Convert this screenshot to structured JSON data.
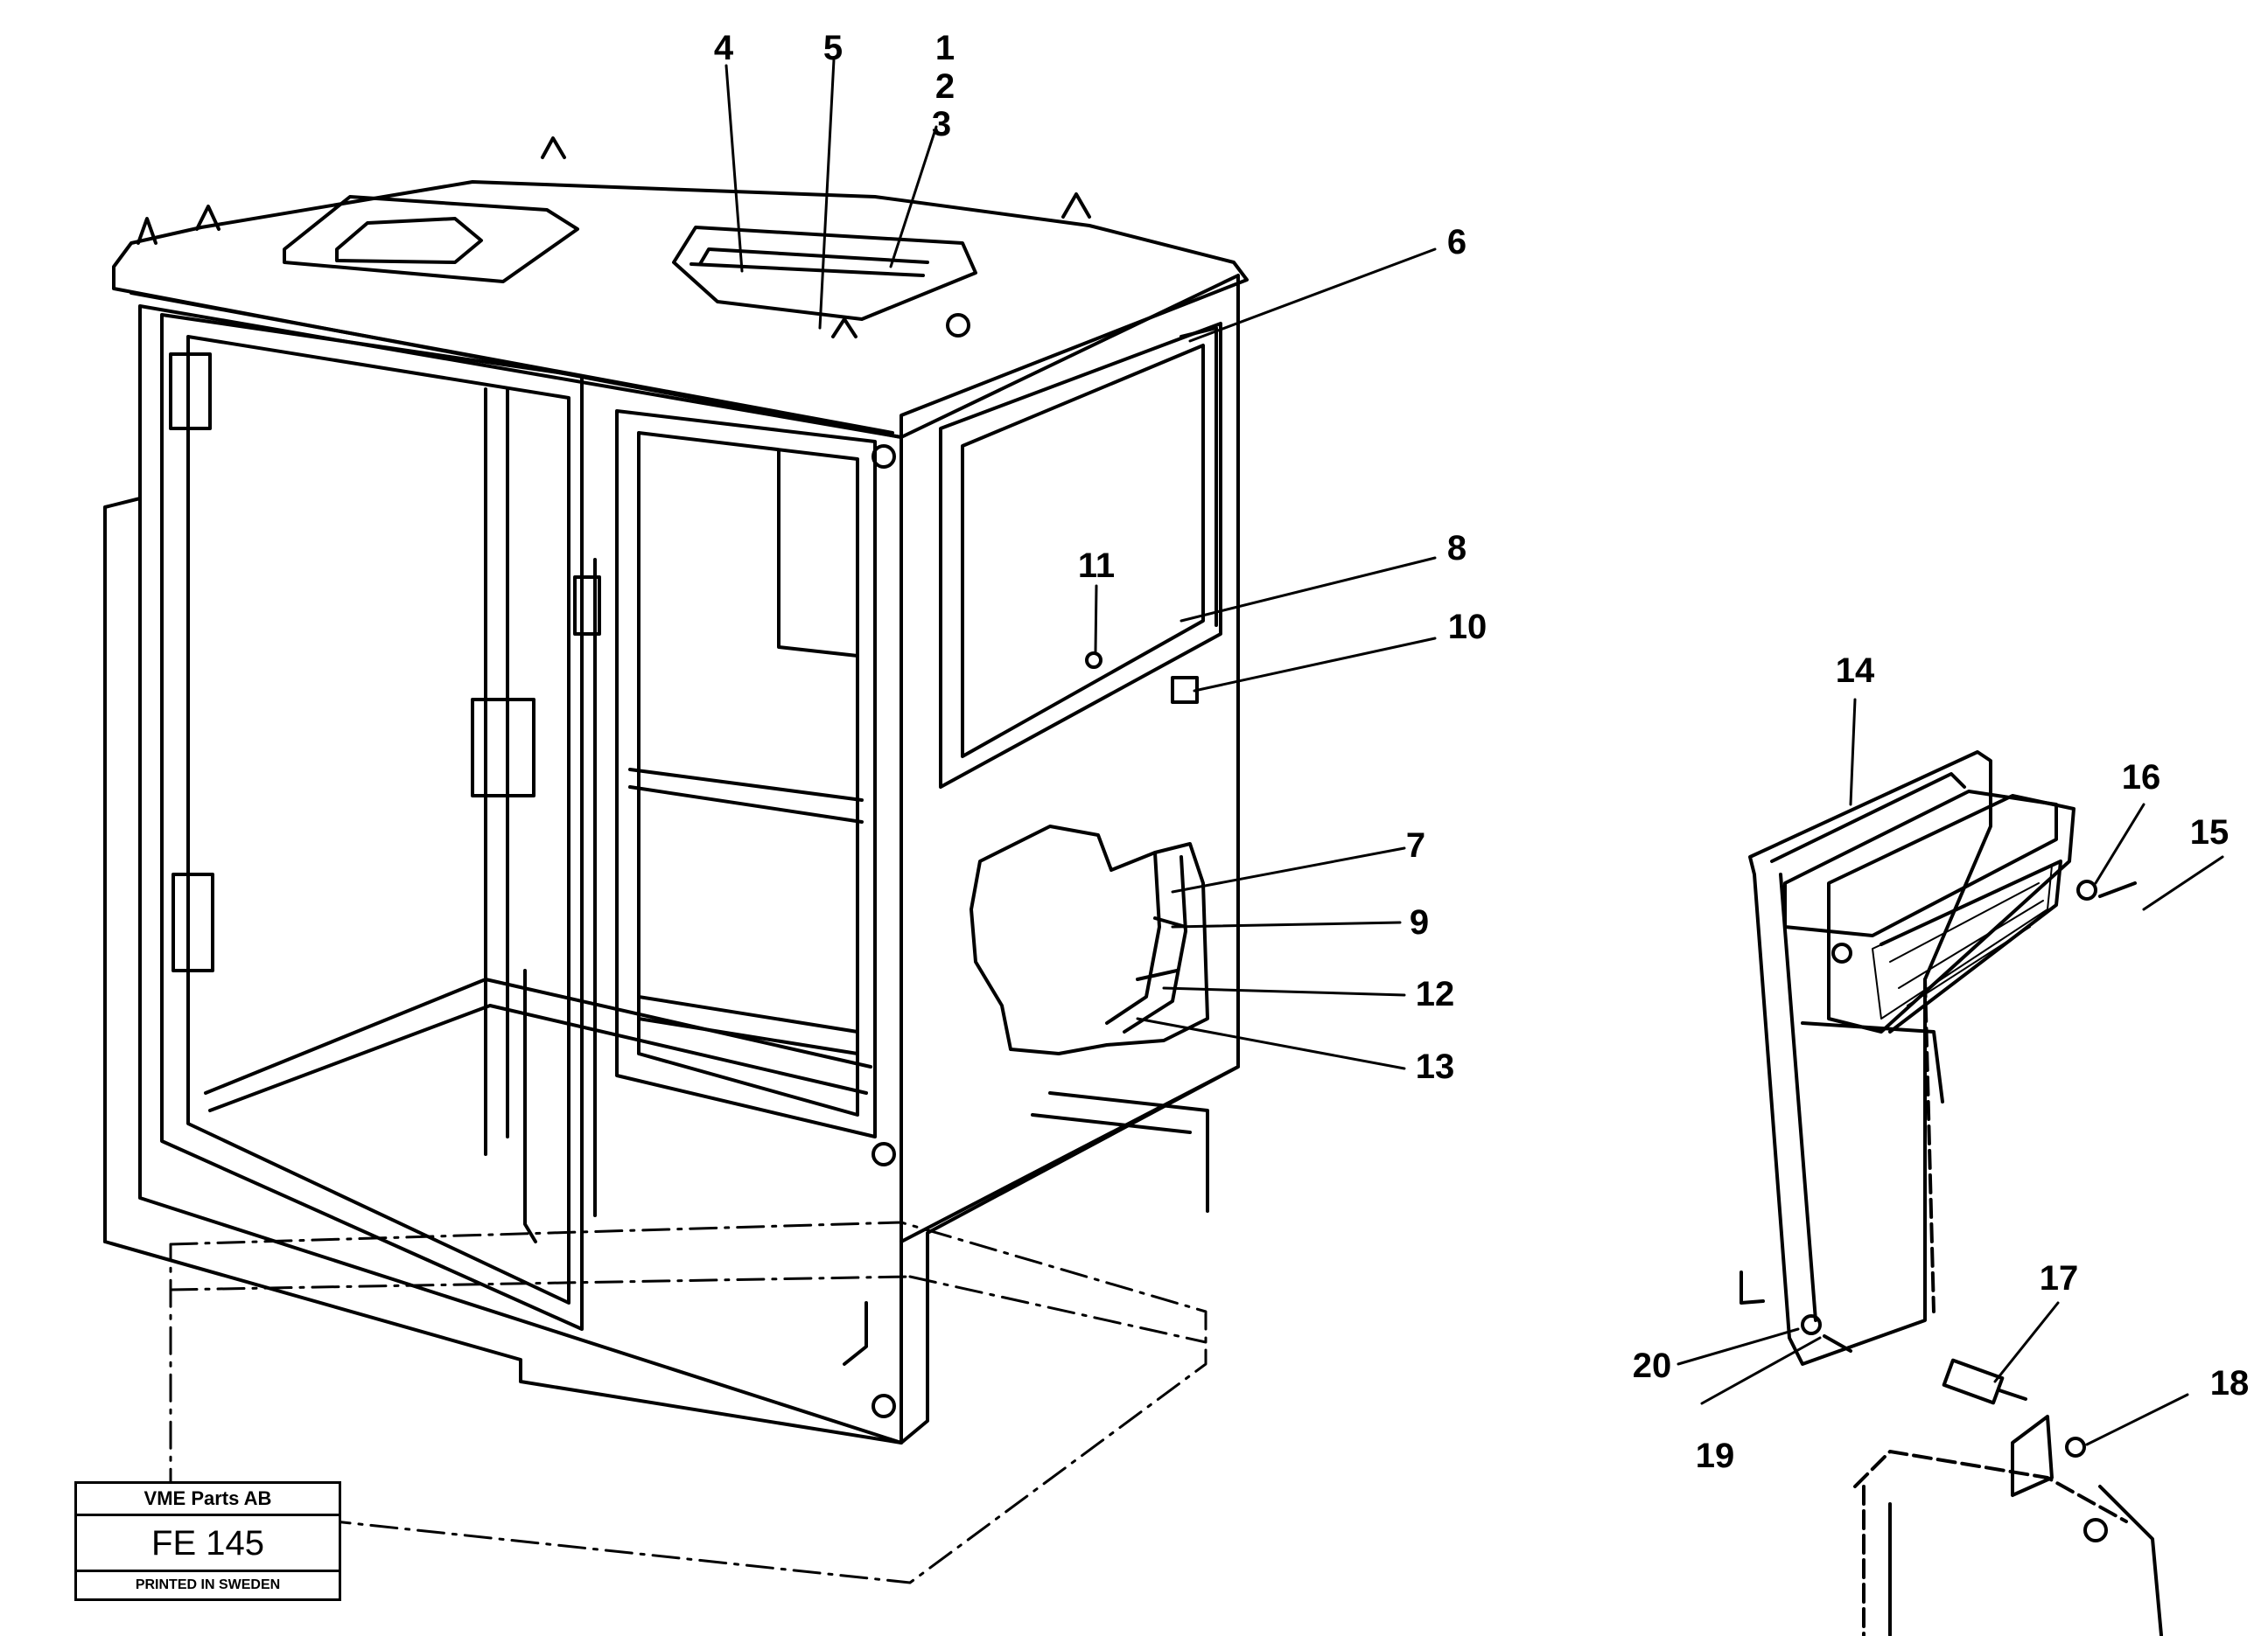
{
  "callouts": [
    "1",
    "2",
    "3",
    "4",
    "5",
    "6",
    "7",
    "8",
    "9",
    "10",
    "11",
    "12",
    "13",
    "14",
    "15",
    "16",
    "17",
    "18",
    "19",
    "20"
  ],
  "stamp": {
    "company": "VME Parts AB",
    "code": "FE 145",
    "footer": "PRINTED IN SWEDEN"
  }
}
